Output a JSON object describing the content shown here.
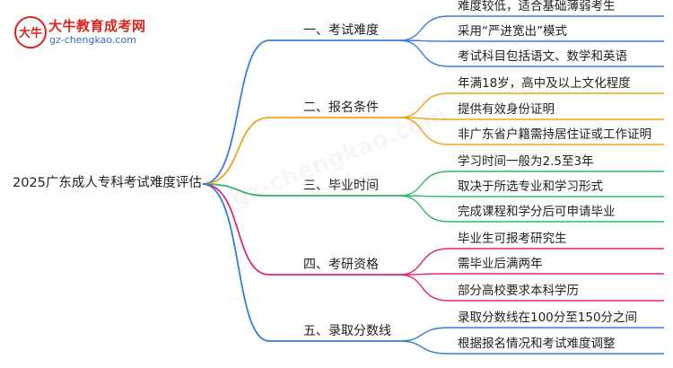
{
  "logo": {
    "title": "大牛教育成考网",
    "url": "gz-chengkao.com",
    "mark_text": "大牛"
  },
  "root": {
    "label": "2025广东成人专科考试难度评估"
  },
  "branches": [
    {
      "label": "一、考试难度",
      "color": "#3b7de0",
      "leaves": [
        "难度较低，适合基础薄弱考生",
        "采用“严进宽出”模式",
        "考试科目包括语文、数学和英语"
      ]
    },
    {
      "label": "二、报名条件",
      "color": "#f0a21a",
      "leaves": [
        "年满18岁，高中及以上文化程度",
        "提供有效身份证明",
        "非广东省户籍需持居住证或工作证明"
      ]
    },
    {
      "label": "三、毕业时间",
      "color": "#32b86a",
      "leaves": [
        "学习时间一般为2.5至3年",
        "取决于所选专业和学习形式",
        "完成课程和学分后可申请毕业"
      ]
    },
    {
      "label": "四、考研资格",
      "color": "#e0267a",
      "leaves": [
        "毕业生可报考研究生",
        "需毕业后满两年",
        "部分高校要求本科学历"
      ]
    },
    {
      "label": "五、录取分数线",
      "color": "#2f7fd6",
      "leaves": [
        "录取分数线在100分至150分之间",
        "根据报名情况和考试难度调整"
      ]
    }
  ]
}
